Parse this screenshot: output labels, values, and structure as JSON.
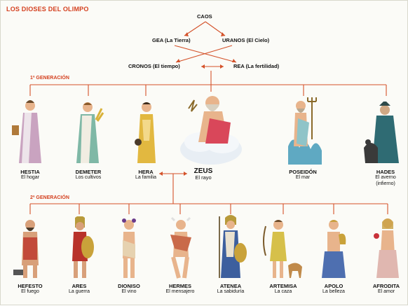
{
  "title": "LOS DIOSES DEL OLIMPO",
  "ancestors": {
    "caos": "CAOS",
    "gea": "GEA (La Tierra)",
    "uranos": "URANOS (El Cielo)",
    "cronos": "CRONOS  (El tiempo)",
    "rea": "REA (La fertilidad)"
  },
  "generations": {
    "first": "1ª GENERACIÓN",
    "second": "2ª GENERACIÓN"
  },
  "gen1": [
    {
      "name": "HESTIA",
      "domain": "El hogar",
      "robe": "#c9a3c0"
    },
    {
      "name": "DEMETER",
      "domain": "Los cultivos",
      "robe": "#7fb8a6"
    },
    {
      "name": "HERA",
      "domain": "La familia",
      "robe": "#e2b840"
    },
    {
      "name": "ZEUS",
      "domain": "El rayo",
      "robe": "#d9475a"
    },
    {
      "name": "POSEIDÓN",
      "domain": "El mar",
      "robe": "#5fa9c2"
    },
    {
      "name": "HADES",
      "domain": "El averno",
      "domain2": "(infierno)",
      "robe": "#2f6b73"
    }
  ],
  "gen2": [
    {
      "name": "HEFESTO",
      "domain": "El fuego",
      "robe": "#c24a3a"
    },
    {
      "name": "ARES",
      "domain": "La guerra",
      "robe": "#b8322a"
    },
    {
      "name": "DIONISO",
      "domain": "El vino",
      "robe": "#e6d2b0"
    },
    {
      "name": "HERMES",
      "domain": "El mensajero",
      "robe": "#c96a4a"
    },
    {
      "name": "ATENEA",
      "domain": "La sabiduría",
      "robe": "#3d5f9e"
    },
    {
      "name": "ARTEMISA",
      "domain": "La caza",
      "robe": "#d6c04a"
    },
    {
      "name": "APOLO",
      "domain": "La belleza",
      "robe": "#4e6fb0"
    },
    {
      "name": "AFRODITA",
      "domain": "El amor",
      "robe": "#e0b7b0"
    }
  ],
  "colors": {
    "line": "#d4522a",
    "title": "#d4401f",
    "skin": "#e8b48c"
  }
}
